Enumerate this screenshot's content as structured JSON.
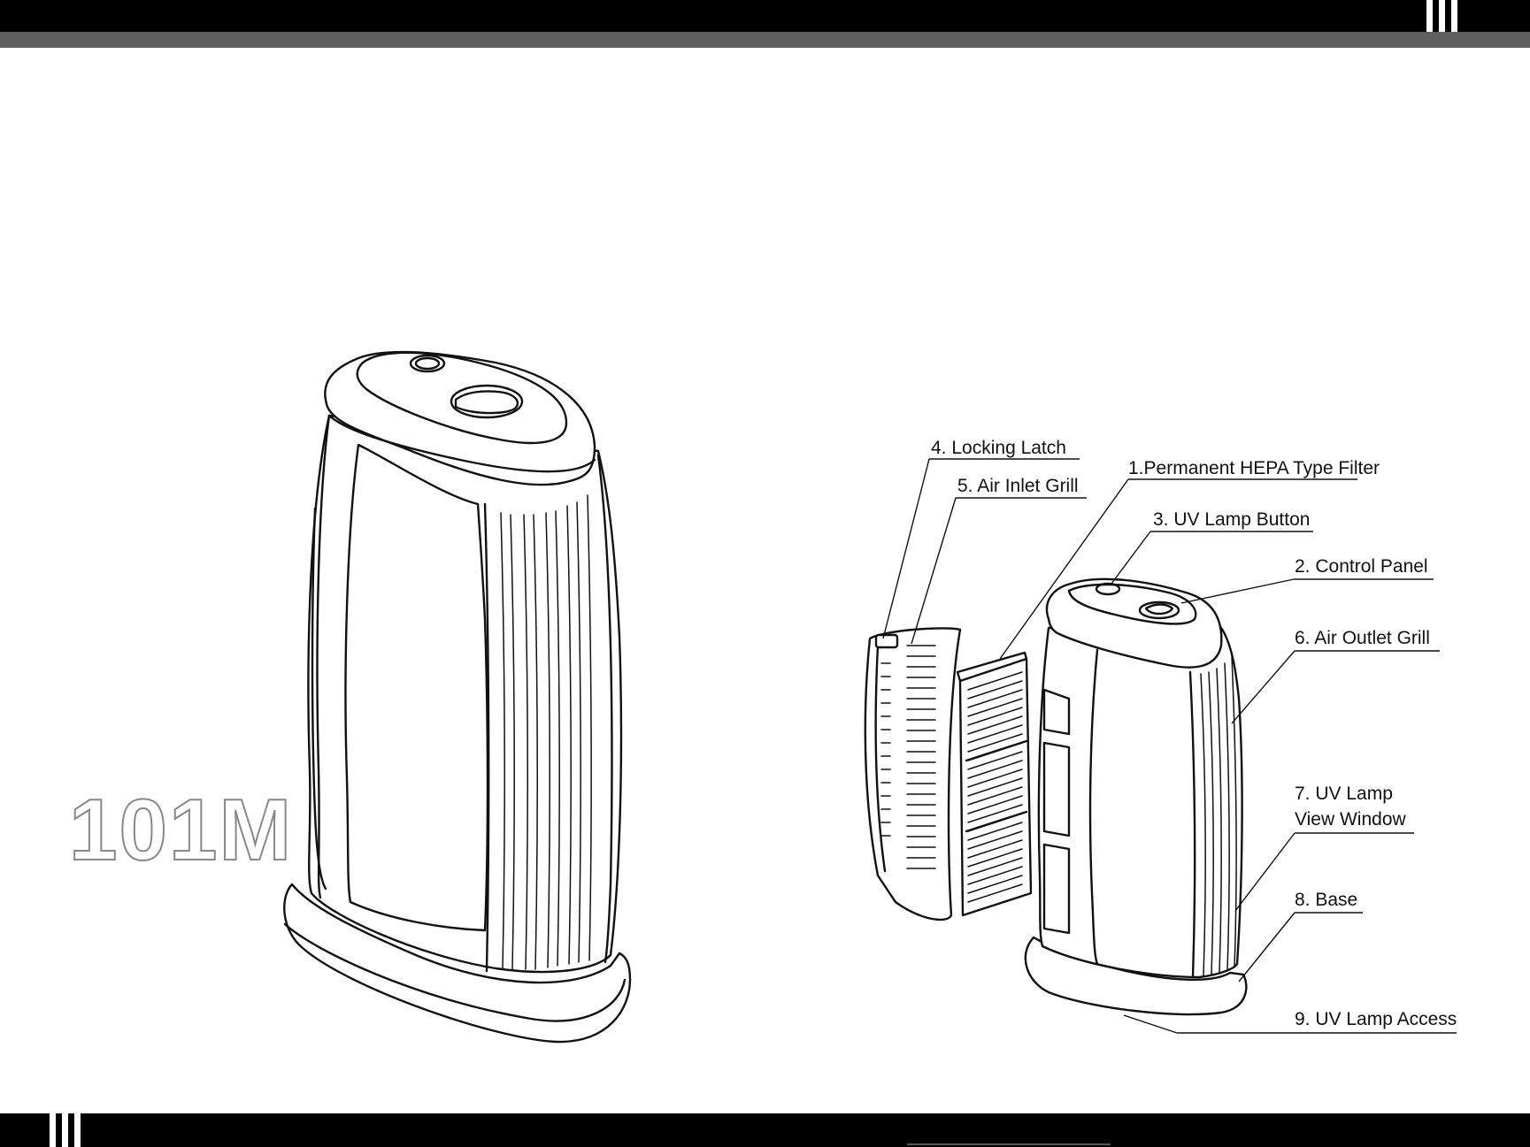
{
  "model_name": "101M",
  "labels": [
    {
      "number": "1.",
      "text": "Permanent HEPA Type Filter"
    },
    {
      "number": "2.",
      "text": "Control Panel"
    },
    {
      "number": "3.",
      "text": "UV Lamp Button"
    },
    {
      "number": "4.",
      "text": "Locking Latch"
    },
    {
      "number": "5.",
      "text": "Air Inlet Grill"
    },
    {
      "number": "6.",
      "text": "Air Outlet Grill"
    },
    {
      "number": "7.",
      "text": "UV Lamp",
      "text2": "View Window"
    },
    {
      "number": "8.",
      "text": "Base"
    },
    {
      "number": "9.",
      "text": "UV Lamp Access"
    }
  ]
}
